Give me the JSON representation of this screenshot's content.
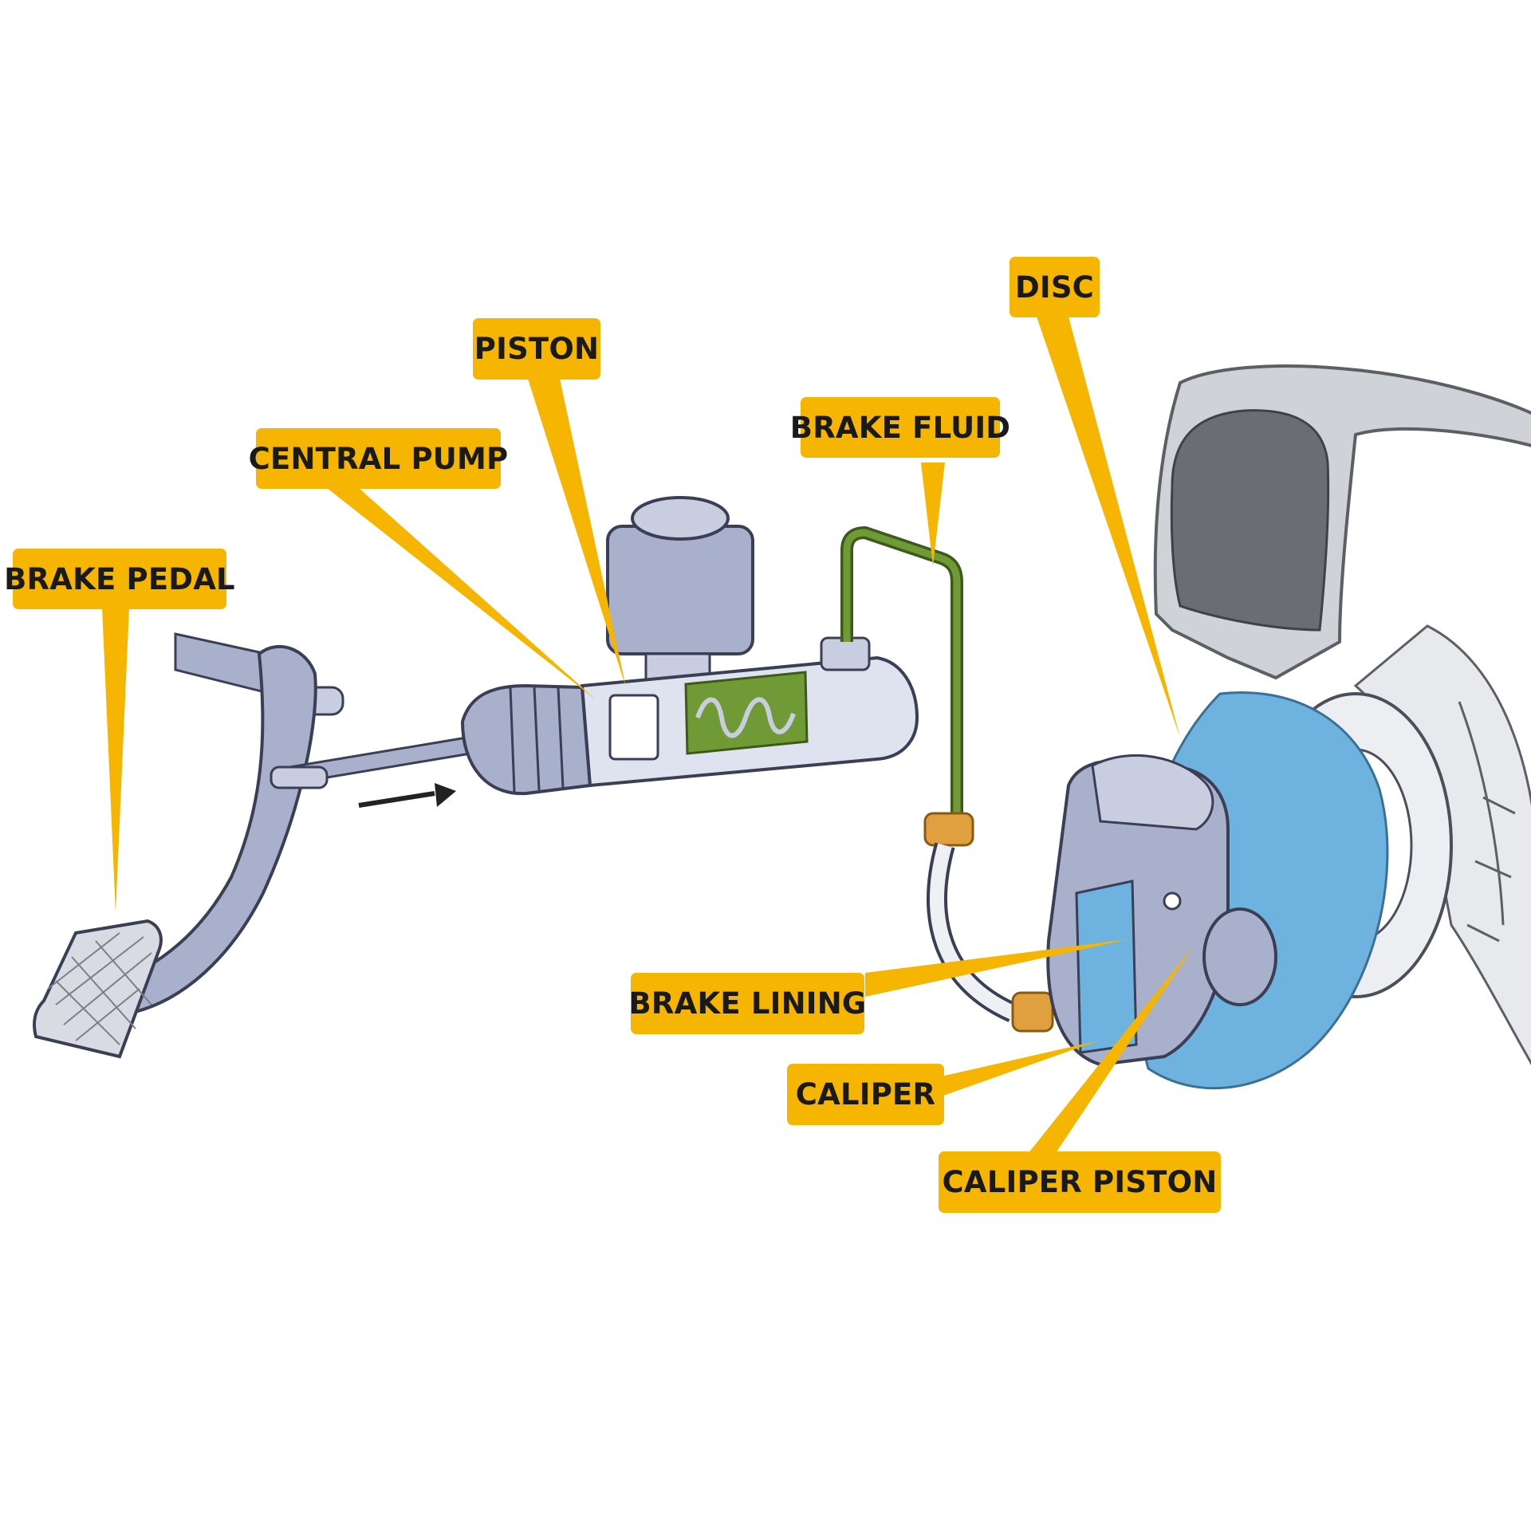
{
  "colors": {
    "label_bg": "#f5b500",
    "label_text": "#1a1a1a",
    "part_fill": "#a9b0cc",
    "part_light": "#dfe3f0",
    "part_stroke": "#3a3f55",
    "fluid": "#6f9a36",
    "disc_blue": "#6eb2e0",
    "tyre_fill": "#cfd3d8",
    "tyre_dark": "#5c6066",
    "fitting": "#e0a040"
  },
  "labels": {
    "brake_pedal": "BRAKE PEDAL",
    "central_pump": "CENTRAL PUMP",
    "piston": "PISTON",
    "brake_fluid": "BRAKE FLUID",
    "disc": "DISC",
    "brake_lining": "BRAKE LINING",
    "caliper": "CALIPER",
    "caliper_piston": "CALIPER PISTON"
  },
  "icons": {
    "push_arrow": "right-arrow-icon"
  }
}
